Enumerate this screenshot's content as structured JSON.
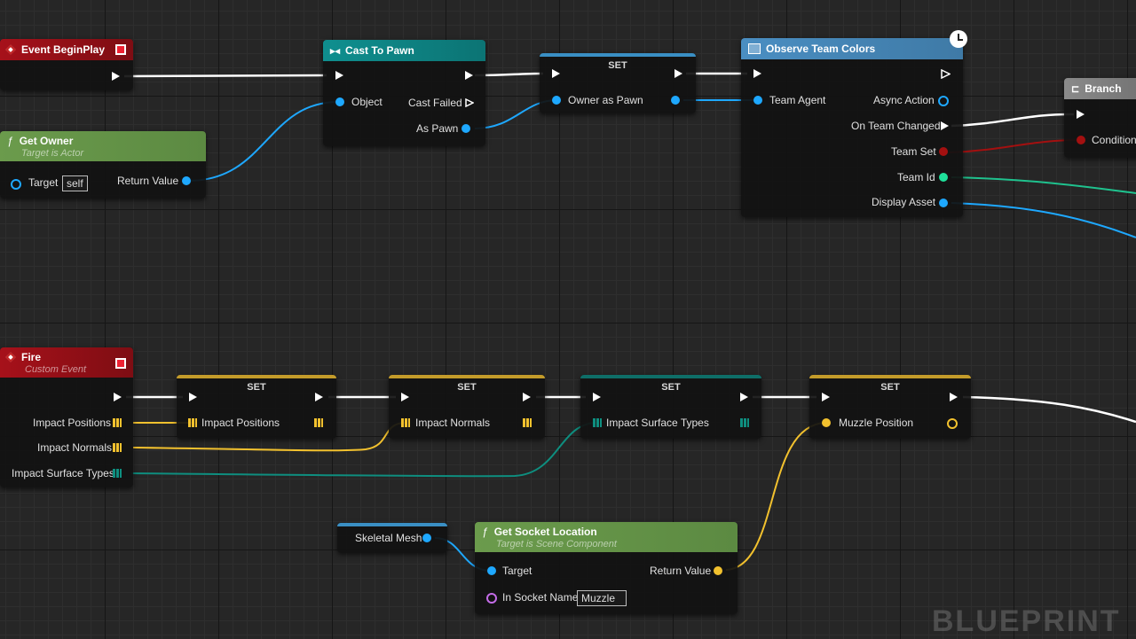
{
  "colors": {
    "exec": "#ffffff",
    "object": "#1ea8ff",
    "struct": "#f2c12e",
    "enum": "#0e8e7f",
    "bool": "#a31010",
    "int": "#1fe09a",
    "name": "#c46ce8",
    "event": "#a6111a",
    "function": "#6b9b4c",
    "cast": "#0f8f8f",
    "async": "#4a8ec2",
    "set_struct": "#c39b2a"
  },
  "nodes": {
    "begin_play": {
      "title": "Event BeginPlay"
    },
    "get_owner": {
      "title": "Get Owner",
      "subtitle": "Target is Actor",
      "target": "Target",
      "target_value": "self",
      "return": "Return Value"
    },
    "cast_pawn": {
      "title": "Cast To Pawn",
      "object": "Object",
      "cast_failed": "Cast Failed",
      "as_pawn": "As Pawn"
    },
    "set_owner": {
      "title": "SET",
      "pin": "Owner as Pawn"
    },
    "observe": {
      "title": "Observe Team Colors",
      "team_agent": "Team Agent",
      "async_action": "Async Action",
      "on_team_changed": "On Team Changed",
      "team_set": "Team Set",
      "team_id": "Team Id",
      "display_asset": "Display Asset"
    },
    "branch": {
      "title": "Branch",
      "condition": "Condition"
    },
    "fire": {
      "title": "Fire",
      "subtitle": "Custom Event",
      "p1": "Impact Positions",
      "p2": "Impact Normals",
      "p3": "Impact Surface Types"
    },
    "set1": {
      "title": "SET",
      "pin": "Impact Positions"
    },
    "set2": {
      "title": "SET",
      "pin": "Impact Normals"
    },
    "set3": {
      "title": "SET",
      "pin": "Impact Surface Types"
    },
    "set4": {
      "title": "SET",
      "pin": "Muzzle Position"
    },
    "skel": {
      "pin": "Skeletal Mesh"
    },
    "socket": {
      "title": "Get Socket Location",
      "subtitle": "Target is Scene Component",
      "target": "Target",
      "socket_name": "In Socket Name",
      "socket_value": "Muzzle",
      "return": "Return Value"
    }
  },
  "watermark": "BLUEPRINT"
}
